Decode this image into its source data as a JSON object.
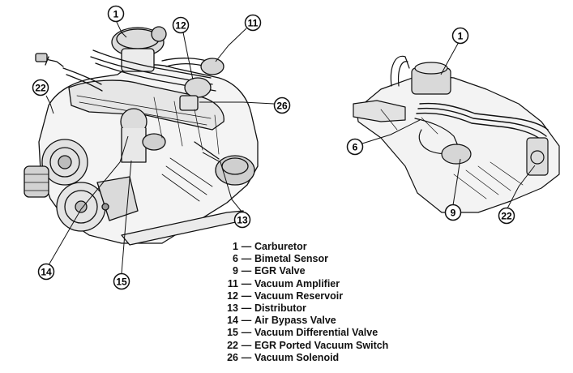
{
  "callouts": {
    "left": {
      "c1": "1",
      "c12": "12",
      "c11": "11",
      "c22": "22",
      "c26": "26",
      "c13": "13",
      "c14": "14",
      "c15": "15"
    },
    "right": {
      "c1": "1",
      "c6": "6",
      "c9": "9",
      "c22": "22"
    }
  },
  "legend": {
    "dash": "—",
    "items": [
      {
        "num": "1",
        "name": "Carburetor"
      },
      {
        "num": "6",
        "name": "Bimetal Sensor"
      },
      {
        "num": "9",
        "name": "EGR Valve"
      },
      {
        "num": "11",
        "name": "Vacuum Amplifier"
      },
      {
        "num": "12",
        "name": "Vacuum Reservoir"
      },
      {
        "num": "13",
        "name": "Distributor"
      },
      {
        "num": "14",
        "name": "Air Bypass Valve"
      },
      {
        "num": "15",
        "name": "Vacuum Differential Valve"
      },
      {
        "num": "22",
        "name": "EGR Ported Vacuum Switch"
      },
      {
        "num": "26",
        "name": "Vacuum Solenoid"
      }
    ]
  }
}
